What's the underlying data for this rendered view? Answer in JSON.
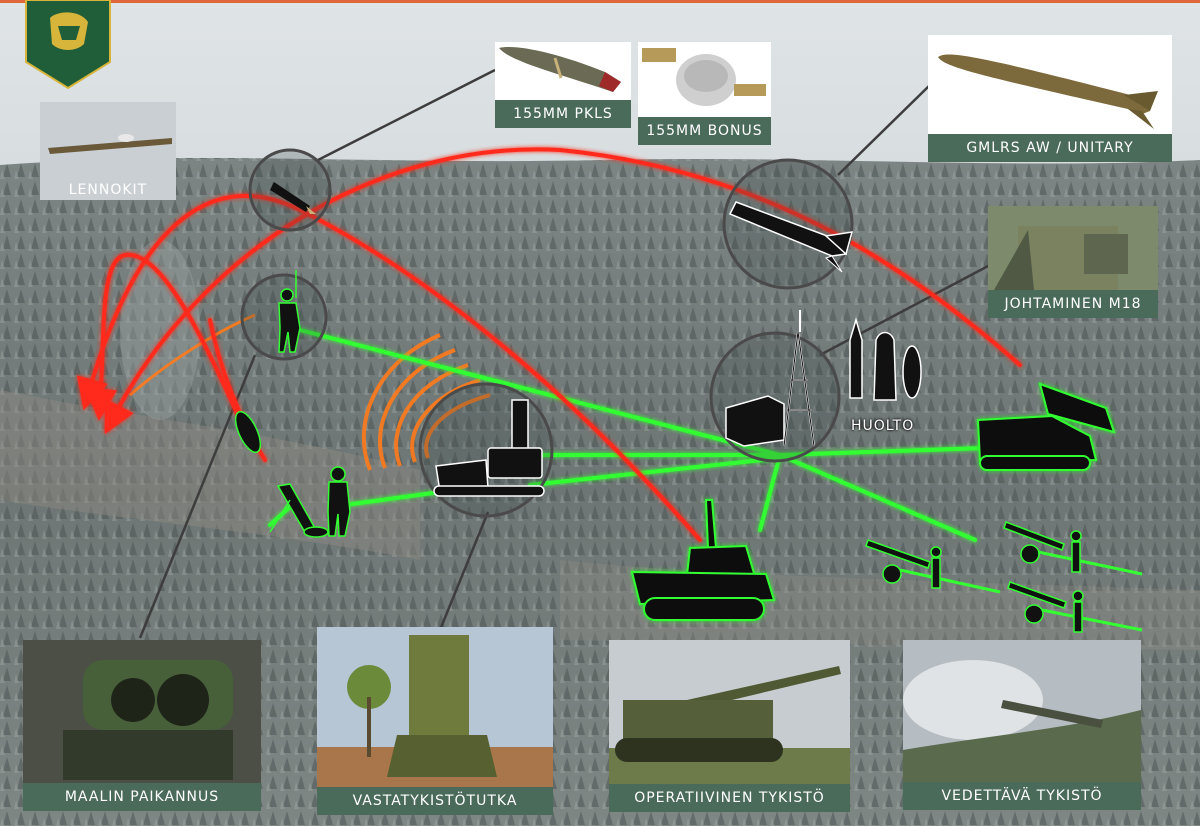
{
  "labels": {
    "lennokit": "LENNOKIT",
    "pkls": "155MM PKLS",
    "bonus": "155MM BONUS",
    "gmlrs": "GMLRS AW / UNITARY",
    "johtaminen": "JOHTAMINEN M18",
    "huolto": "HUOLTO",
    "maalin": "MAALIN PAIKANNUS",
    "vastatykisto": "VASTATYKISTÖTUTKA",
    "operatiivinen": "OPERATIIVINEN TYKISTÖ",
    "vedettava": "VEDETTÄVÄ TYKISTÖ"
  },
  "colors": {
    "fire_trajectory": "#ff2a1a",
    "data_link": "#33ff33",
    "radar_wave": "#ff7a1a",
    "caption_bg": "#4a6a5a",
    "emblem": "#1f5e38",
    "emblem_gold": "#d7b43a"
  },
  "icons": {
    "emblem": "lion-shield-emblem",
    "soldier": "soldier-icon",
    "mortar": "mortar-icon",
    "radar_vehicle": "radar-vehicle-icon",
    "command_post": "command-post-icon",
    "ammunition": "ammunition-icon",
    "rocket_launcher": "rocket-launcher-icon",
    "howitzer": "self-propelled-howitzer-icon",
    "towed_gun": "towed-gun-icon"
  }
}
